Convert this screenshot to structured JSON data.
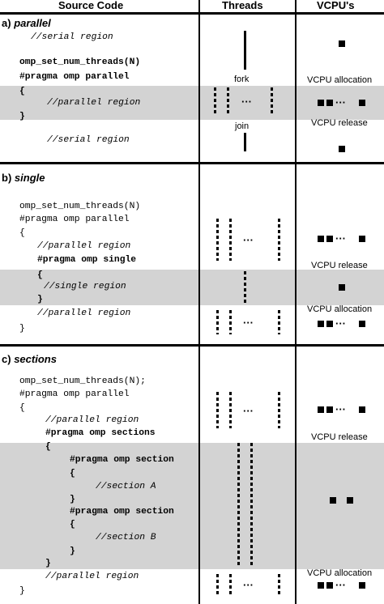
{
  "headers": {
    "source": "Source Code",
    "threads": "Threads",
    "vcpus": "VCPU's"
  },
  "sections": {
    "parallel": {
      "letter": "a)",
      "name": "parallel",
      "code": [
        "//serial region",
        "omp_set_num_threads(N)",
        "#pragma omp parallel",
        "{",
        "//parallel region",
        "}",
        "//serial region"
      ],
      "thread_labels": [
        "fork",
        "join"
      ],
      "vcpu_labels": [
        "VCPU allocation",
        "VCPU release"
      ],
      "ellipsis": "···"
    },
    "single": {
      "letter": "b)",
      "name": "single",
      "code": [
        "omp_set_num_threads(N)",
        "#pragma omp parallel",
        "{",
        "//parallel region",
        "#pragma omp single",
        "{",
        "//single region",
        "}",
        "//parallel region",
        "}"
      ],
      "vcpu_labels": [
        "VCPU release",
        "VCPU allocation"
      ],
      "ellipsis": "···"
    },
    "sections": {
      "letter": "c)",
      "name": "sections",
      "code": [
        "omp_set_num_threads(N);",
        "#pragma omp parallel",
        "{",
        "//parallel region",
        "#pragma omp sections",
        "{",
        "#pragma omp section",
        "{",
        "//section A",
        "}",
        "#pragma omp section",
        "{",
        "//section B",
        "}",
        "}",
        "//parallel region",
        "}"
      ],
      "vcpu_labels": [
        "VCPU release",
        "VCPU allocation"
      ],
      "ellipsis": "···"
    }
  }
}
